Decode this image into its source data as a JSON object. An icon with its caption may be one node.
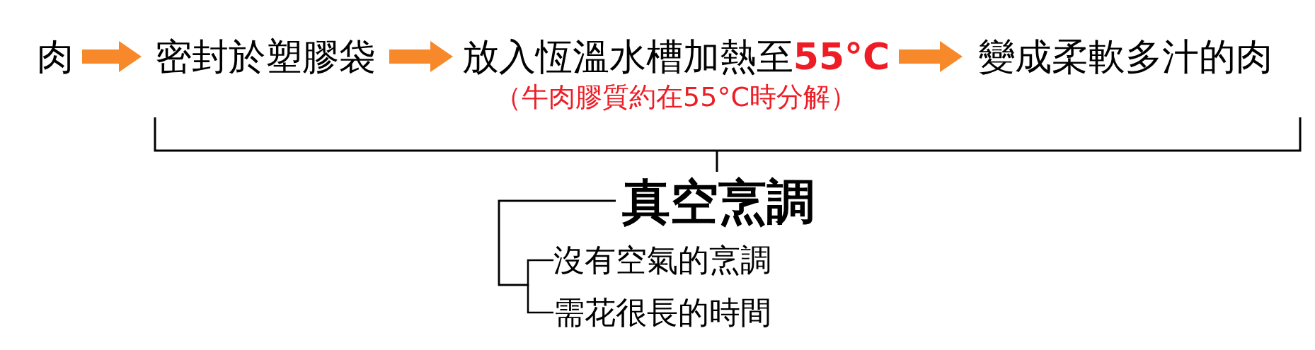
{
  "diagram": {
    "nodes": [
      {
        "text": [
          "肉"
        ]
      },
      {
        "text": [
          "密封於塑膠袋"
        ]
      },
      {
        "text": [
          "放入恆溫水槽加熱至",
          "55°C"
        ],
        "beside": [
          "（牛肉膠質約在55°C時分解）"
        ]
      },
      {
        "text": [
          "變成柔軟多汁的肉"
        ]
      },
      {
        "text": [
          "真空烹調"
        ]
      },
      {
        "text": [
          "沒有空氣的烹調"
        ]
      },
      {
        "text": [
          "需花很長的時間"
        ]
      }
    ],
    "edges": [
      {
        "from": 0,
        "to": 1,
        "arrow": "to",
        "style": "thick"
      },
      {
        "from": 1,
        "to": 2,
        "arrow": "to",
        "style": "thick"
      },
      {
        "from": 2,
        "to": 3,
        "arrow": "to",
        "style": "thick"
      },
      {
        "from": 4,
        "to": 5,
        "arrow": "none",
        "color": "#000000"
      },
      {
        "from": 4,
        "to": 6,
        "arrow": "none",
        "color": "#000000"
      }
    ]
  }
}
